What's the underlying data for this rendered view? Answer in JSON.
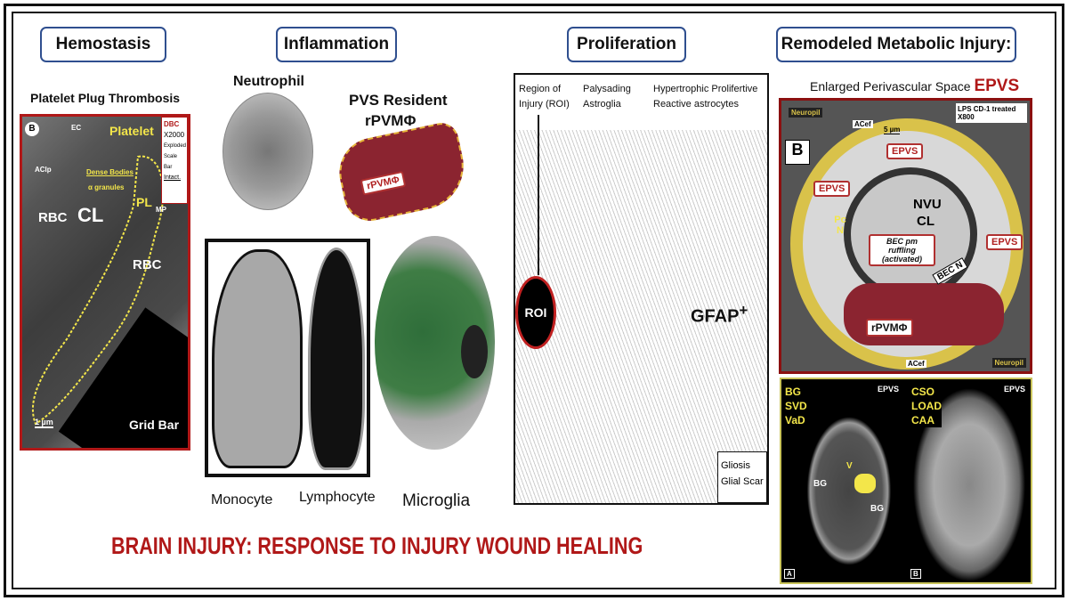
{
  "headers": {
    "hemostasis": "Hemostasis",
    "inflammation": "Inflammation",
    "proliferation": "Proliferation",
    "remodeled": "Remodeled Metabolic Injury:"
  },
  "hemostasis": {
    "subtitle": "Platelet Plug Thrombosis",
    "panel_letter": "B",
    "labels": {
      "platelet": "Platelet",
      "dense_bodies": "Dense Bodies",
      "alpha_granules": "α granules",
      "pl": "PL",
      "cl": "CL",
      "rbc1": "RBC",
      "rbc2": "RBC",
      "ec": "EC",
      "mp": "MP",
      "aclp": "AClp",
      "scale": "1 µm",
      "grid_bar": "Grid Bar"
    },
    "info_box": [
      "DBC",
      "X2000",
      "Exploded",
      "Scale Bar",
      "Intact."
    ]
  },
  "inflammation": {
    "neutrophil": "Neutrophil",
    "pvs_resident": "PVS Resident",
    "rpvm": "rPVMΦ",
    "rpvm_tag": "rPVMΦ",
    "monocyte": "Monocyte",
    "lymphocyte": "Lymphocyte",
    "microglia": "Microglia"
  },
  "proliferation": {
    "col1": "Region of Injury (ROI)",
    "col2": "Palysading Astroglia",
    "col3": "Hypertrophic Prolifertive Reactive astrocytes",
    "roi": "ROI",
    "gfap": "GFAP",
    "gfap_sup": "+",
    "gliosis": "Gliosis",
    "glial_scar": "Glial Scar"
  },
  "remodeled": {
    "subtitle": "Enlarged Perivascular Space",
    "subtitle_acronym": "EPVS",
    "panel_letter": "B",
    "treatment": "LPS CD-1 treated",
    "mag": "X800",
    "neuropil": "Neuropil",
    "acef": "ACef",
    "epvs": "EPVS",
    "nvu": "NVU",
    "cl": "CL",
    "bec_ruffling": "BEC pm ruffling (activated)",
    "bec_n": "BEC N",
    "pc_n": "Pc N",
    "rpvm": "rPVMΦ",
    "scale": "5 µm",
    "mri_a": {
      "tags": [
        "BG",
        "SVD",
        "VaD"
      ],
      "epvs": "EPVS",
      "letter": "A",
      "bg": "BG",
      "v": "V"
    },
    "mri_b": {
      "tags": [
        "CSO",
        "LOAD",
        "CAA"
      ],
      "epvs": "EPVS",
      "letter": "B"
    }
  },
  "main_title": "BRAIN INJURY: RESPONSE TO INJURY WOUND HEALING",
  "colors": {
    "title_red": "#b01818",
    "header_border": "#2f4f8f",
    "highlight_yellow": "#f3e64a",
    "rpvm_red": "#8b2430"
  }
}
